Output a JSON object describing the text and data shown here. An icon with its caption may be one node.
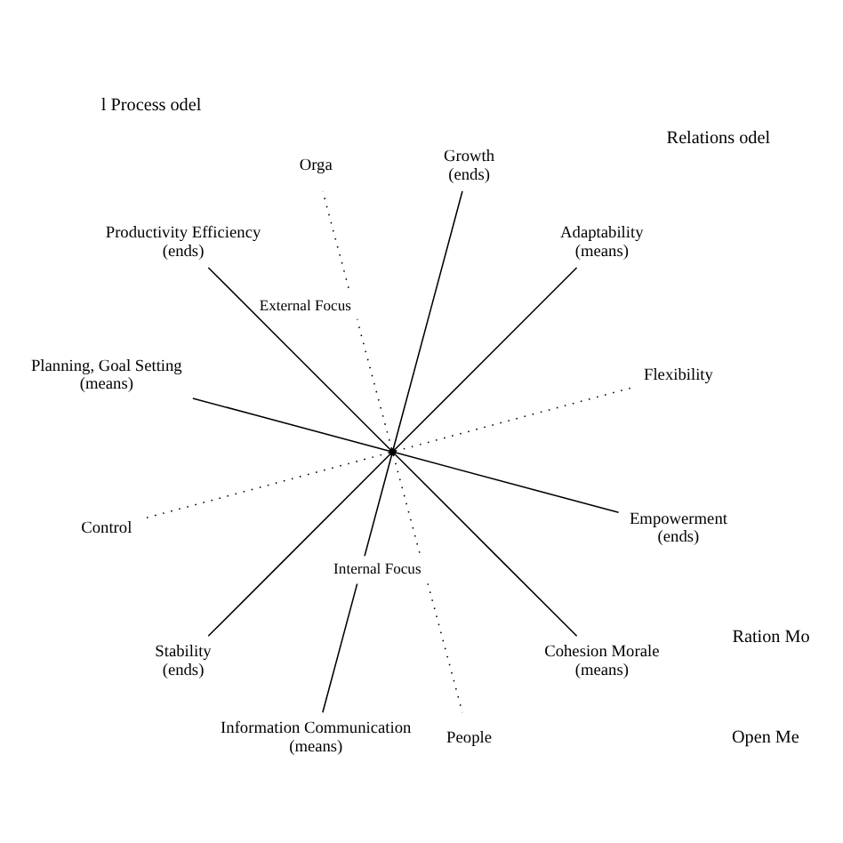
{
  "diagram": {
    "nodes": [
      {
        "text": [],
        "shape": "circle"
      },
      {
        "text": [
          "Flexibility"
        ]
      },
      {
        "text": [
          "Adaptability",
          "(means)"
        ]
      },
      {
        "text": [
          "Growth",
          "(ends)"
        ]
      },
      {
        "text": [
          "Orga"
        ]
      },
      {
        "text": [
          "Productivity Efficiency",
          "(ends)"
        ]
      },
      {
        "text": [
          "Planning, Goal Setting",
          "(means)"
        ]
      },
      {
        "text": [
          "Control"
        ]
      },
      {
        "text": [
          "Stability",
          "(ends)"
        ]
      },
      {
        "text": [
          "Information Communication",
          "(means)"
        ]
      },
      {
        "text": [
          "People"
        ]
      },
      {
        "text": [
          "Cohesion Morale",
          "(means)"
        ]
      },
      {
        "text": [
          "Empowerment",
          "(ends)"
        ]
      }
    ],
    "edges": [
      {
        "from": 0,
        "to": 1,
        "arrow": "none",
        "style": "dashed"
      },
      {
        "from": 0,
        "to": 2,
        "arrow": "none"
      },
      {
        "from": 0,
        "to": 3,
        "arrow": "none"
      },
      {
        "from": 0,
        "to": 4,
        "arrow": "none",
        "style": "dashed",
        "label": "External Focus"
      },
      {
        "from": 0,
        "to": 5,
        "arrow": "none"
      },
      {
        "from": 0,
        "to": 6,
        "arrow": "none"
      },
      {
        "from": 0,
        "to": 7,
        "arrow": "none",
        "style": "dashed"
      },
      {
        "from": 0,
        "to": 8,
        "arrow": "none"
      },
      {
        "from": 0,
        "to": 9,
        "arrow": "none"
      },
      {
        "from": 0,
        "to": 10,
        "arrow": "none",
        "style": "dashed",
        "label": "Internal Focus"
      },
      {
        "from": 0,
        "to": 11,
        "arrow": "none"
      },
      {
        "from": 0,
        "to": 12,
        "arrow": "none"
      }
    ],
    "labels": [
      "Relations odel",
      "Open Me",
      "l Process odel",
      "Ration Mo"
    ]
  }
}
